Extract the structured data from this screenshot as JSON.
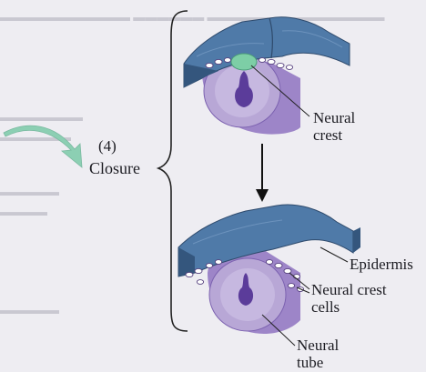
{
  "step": {
    "number": "(4)",
    "label": "Closure"
  },
  "labels": {
    "neural_crest_top": [
      "Neural",
      "crest"
    ],
    "epidermis": "Epidermis",
    "neural_crest_cells": [
      "Neural crest",
      "cells"
    ],
    "neural_tube": [
      "Neural",
      "tube"
    ]
  },
  "colors": {
    "background": "#eeedf2",
    "epidermis_blue": "#4f7aa8",
    "epidermis_dark": "#34567d",
    "tube_lavender": "#b8a7d6",
    "tube_dark": "#7c62b0",
    "lumen_purple": "#5b3c9a",
    "crest_green": "#7dcea6",
    "arrow_green": "#8ccfb3"
  }
}
